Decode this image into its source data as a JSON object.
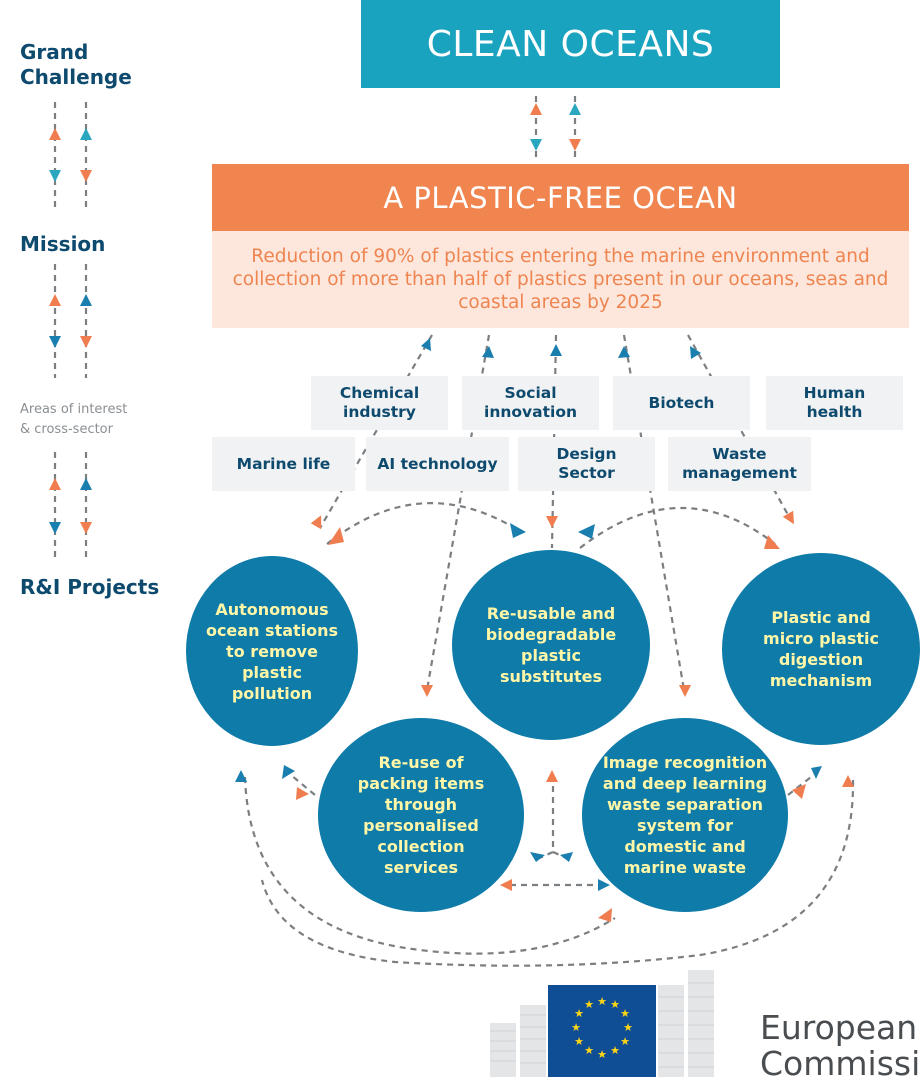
{
  "legend": {
    "grand_challenge": "Grand\nChallenge",
    "mission": "Mission",
    "areas": "Areas of interest\n& cross-sector",
    "projects": "R&I Projects"
  },
  "grand_challenge_title": "CLEAN OCEANS",
  "mission": {
    "title": "A PLASTIC-FREE OCEAN",
    "description": "Reduction of 90% of plastics entering the marine environment and collection of more than half of plastics present in our oceans, seas and coastal areas by 2025"
  },
  "areas_of_interest": [
    "Chemical\nindustry",
    "Social\ninnovation",
    "Biotech",
    "Human\nhealth",
    "Marine life",
    "AI technology",
    "Design\nSector",
    "Waste\nmanagement"
  ],
  "projects": [
    "Autonomous\nocean stations\nto remove\nplastic\npollution",
    "Re-usable and\nbiodegradable\nplastic\nsubstitutes",
    "Plastic and\nmicro plastic\ndigestion\nmechanism",
    "Re-use of\npacking items\nthrough\npersonalised\ncollection\nservices",
    "Image recognition\nand deep learning\nwaste separation\nsystem for\ndomestic and\nmarine waste"
  ],
  "logo": {
    "text": "European\nCommission"
  },
  "colors": {
    "teal": "#1aa3bf",
    "orange": "#f08550",
    "navy": "#0e4a6e",
    "circle_blue": "#0f7ba8",
    "arrow_teal": "#2aa7bf",
    "arrow_orange": "#ef7d4f"
  }
}
